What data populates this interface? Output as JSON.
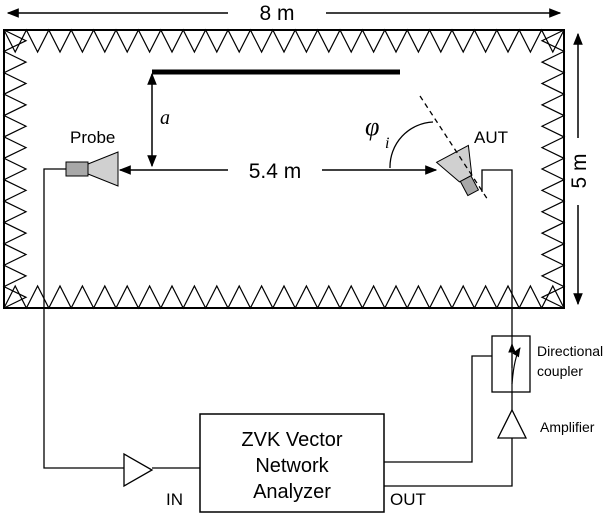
{
  "dimensions": {
    "width": "8 m",
    "height": "5 m",
    "distance": "5.4 m"
  },
  "labels": {
    "probe": "Probe",
    "aut": "AUT",
    "height_symbol": "a",
    "angle_symbol": "φ",
    "angle_subscript": "i",
    "coupler_line1": "Directional",
    "coupler_line2": "coupler",
    "amplifier": "Amplifier",
    "vna_line1": "ZVK Vector",
    "vna_line2": "Network",
    "vna_line3": "Analyzer",
    "port_in": "IN",
    "port_out": "OUT"
  }
}
